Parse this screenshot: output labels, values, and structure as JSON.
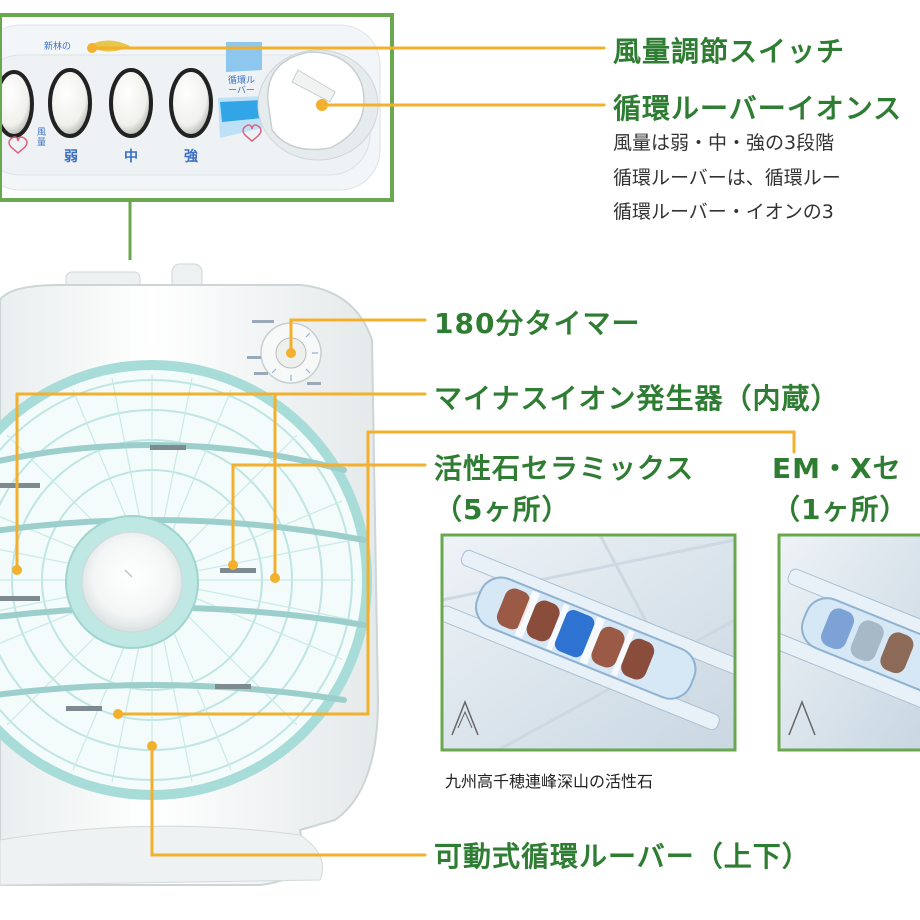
{
  "callouts": {
    "wind_switch": "風量調節スイッチ",
    "louver_ion_switch": "循環ルーバーイオンス",
    "timer": "180分タイマー",
    "ion_generator": "マイナスイオン発生器（内蔵）",
    "ceramics_title": "活性石セラミックス",
    "ceramics_count": "（5ヶ所）",
    "em_title": "EM・Xセ",
    "em_count": "（1ヶ所）",
    "louver": "可動式循環ルーバー（上下）"
  },
  "descriptions": [
    "風量は弱・中・強の3段階",
    "循環ルーバーは、循環ルー",
    "循環ルーバー・イオンの3"
  ],
  "caption": "九州高千穂連峰深山の活性石",
  "panel": {
    "brand": "新林の",
    "btn_weak": "弱",
    "btn_mid": "中",
    "btn_strong": "強",
    "btn_wind": "風量",
    "dial_label": "循環ルーバー"
  },
  "colors": {
    "label_green": "#2e7d32",
    "leader_orange": "#f2b02c",
    "frame_green": "#6aa84f",
    "fan_aqua": "#a8dcd8"
  }
}
